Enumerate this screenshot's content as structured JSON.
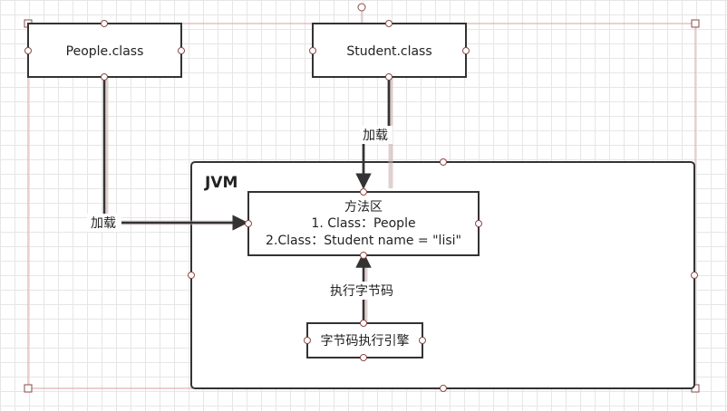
{
  "nodes": {
    "people": "People.class",
    "student": "Student.class",
    "jvm": "JVM",
    "method_area": {
      "line1": "方法区",
      "line2": "1. Class：People",
      "line3": "2.Class：Student  name = \"lisi\""
    },
    "engine": "字节码执行引擎"
  },
  "edges": {
    "load_left": "加载",
    "load_top": "加载",
    "exec": "执行字节码"
  },
  "colors": {
    "stroke": "#333333",
    "handle": "#8a4a4a",
    "selection": "#d9a0a0",
    "grid": "#e6e6e6"
  }
}
